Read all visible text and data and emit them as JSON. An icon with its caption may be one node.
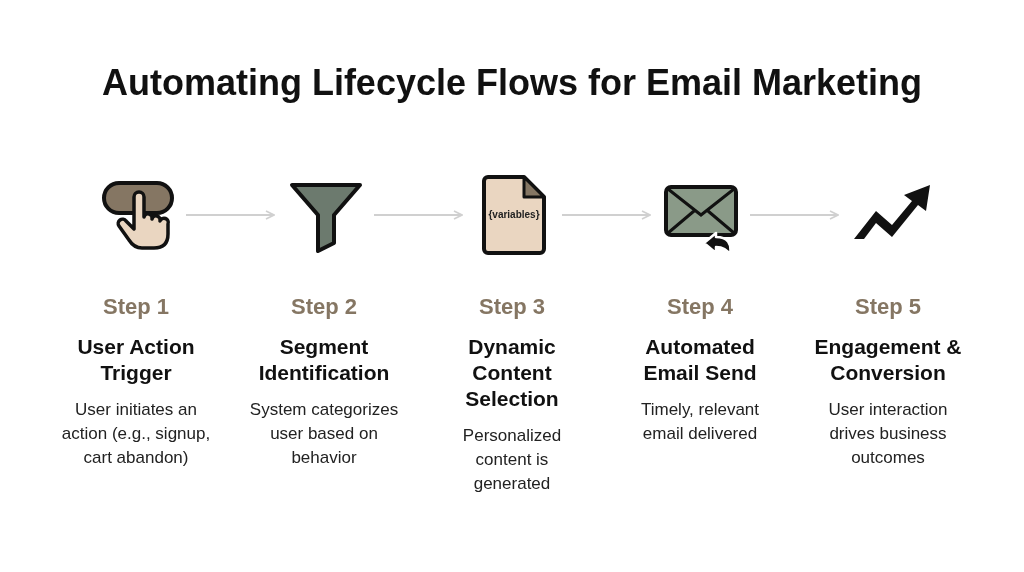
{
  "diagram": {
    "title": "Automating Lifecycle Flows for Email Marketing",
    "nodes": [
      {
        "text": [],
        "shape": "picture",
        "beside": [
          "Step 1",
          "User Action Trigger",
          "User initiates an action (e.g., signup, cart abandon)"
        ]
      },
      {
        "text": [],
        "shape": "picture",
        "beside": [
          "Step 2",
          "Segment Identification",
          "System categorizes user based on behavior"
        ]
      },
      {
        "text": [
          "{variables}"
        ],
        "beside": [
          "Step 3",
          "Dynamic Content Selection",
          "Personalized content is generated"
        ]
      },
      {
        "text": [],
        "shape": "picture",
        "beside": [
          "Step 4",
          "Automated Email Send",
          "Timely, relevant email delivered"
        ]
      },
      {
        "text": [],
        "shape": "picture",
        "beside": [
          "Step 5",
          "Engagement & Conversion",
          "User interaction drives business outcomes"
        ]
      }
    ],
    "edges": [
      {
        "from": 0,
        "to": 1,
        "arrow": "to"
      },
      {
        "from": 1,
        "to": 2,
        "arrow": "to"
      },
      {
        "from": 2,
        "to": 3,
        "arrow": "to"
      },
      {
        "from": 3,
        "to": 4,
        "arrow": "to"
      }
    ]
  }
}
